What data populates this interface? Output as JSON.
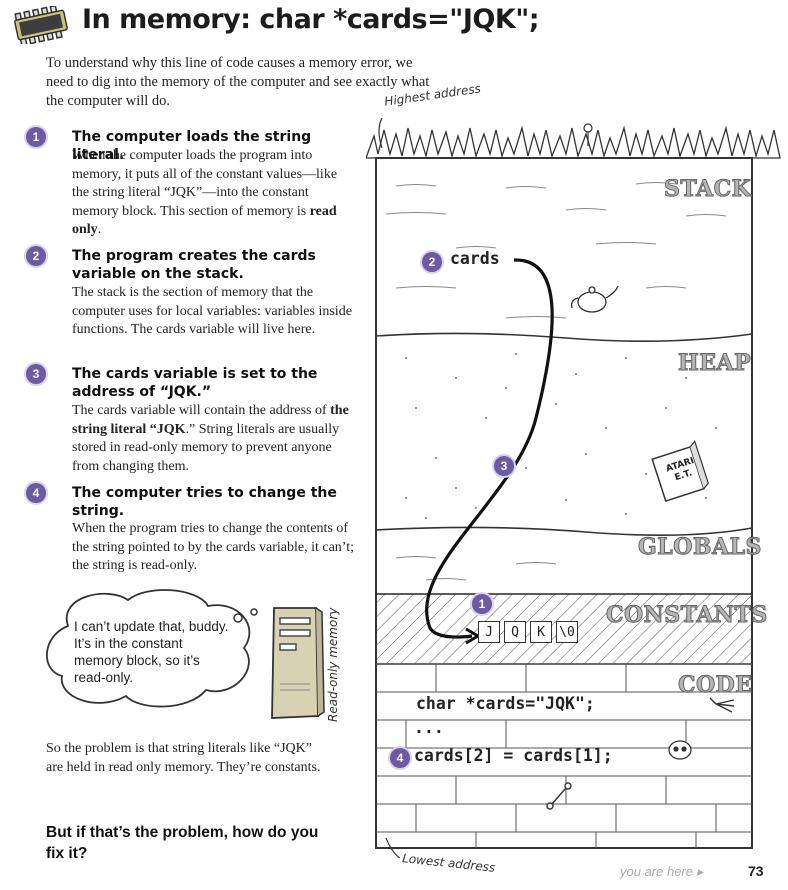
{
  "header": {
    "title": "In memory: char *cards=\"JQK\";"
  },
  "intro": "To understand why this line of code causes a memory error, we need to dig into the memory of the computer and see exactly what the computer will do.",
  "steps": [
    {
      "number": "1",
      "heading": "The computer loads the string literal.",
      "body_parts": [
        "When the computer loads the program into memory, it puts all of the constant values—like the string literal “JQK”—into the constant memory block. This section of memory is ",
        "read only",
        "."
      ]
    },
    {
      "number": "2",
      "heading": "The program creates the cards variable on the stack.",
      "body": "The stack is the section of memory that the computer uses for local variables: variables inside functions. The cards variable will live here."
    },
    {
      "number": "3",
      "heading": "The cards variable is set to the address of “JQK.”",
      "body_parts": [
        "The cards variable will contain the address of ",
        "the string literal “JQK",
        ".” String literals are usually stored in read-only memory to prevent anyone from changing them."
      ]
    },
    {
      "number": "4",
      "heading": "The computer tries to change the string.",
      "body": "When the program tries to change the contents of the string pointed to by the cards variable, it can’t; the string is read-only."
    }
  ],
  "thought_bubble": "I can’t update that, buddy. It’s in the constant memory block, so it’s read-only.",
  "conclusion": "So the problem is that string literals like “JQK” are held in read only memory. They’re constants.",
  "question": "But if that’s the problem, how do you fix it?",
  "diagram": {
    "highest_address": "Highest address",
    "lowest_address": "Lowest address",
    "read_only_label": "Read-only memory",
    "segments": {
      "stack": "STACK",
      "heap": "HEAP",
      "globals": "GLOBALS",
      "constants": "CONSTANTS",
      "code": "CODE"
    },
    "stack_var": "cards",
    "string_cells": [
      "J",
      "Q",
      "K",
      "\\0"
    ],
    "code_line_1": "char *cards=\"JQK\";",
    "code_ellipsis": "...",
    "code_line_2": "cards[2] = cards[1];",
    "book_label_1": "ATARI",
    "book_label_2": "E.T.",
    "markers": {
      "constants": "1",
      "stack": "2",
      "heap": "3",
      "code": "4"
    }
  },
  "footer": {
    "you_are_here": "you are here",
    "page_number": "73"
  }
}
